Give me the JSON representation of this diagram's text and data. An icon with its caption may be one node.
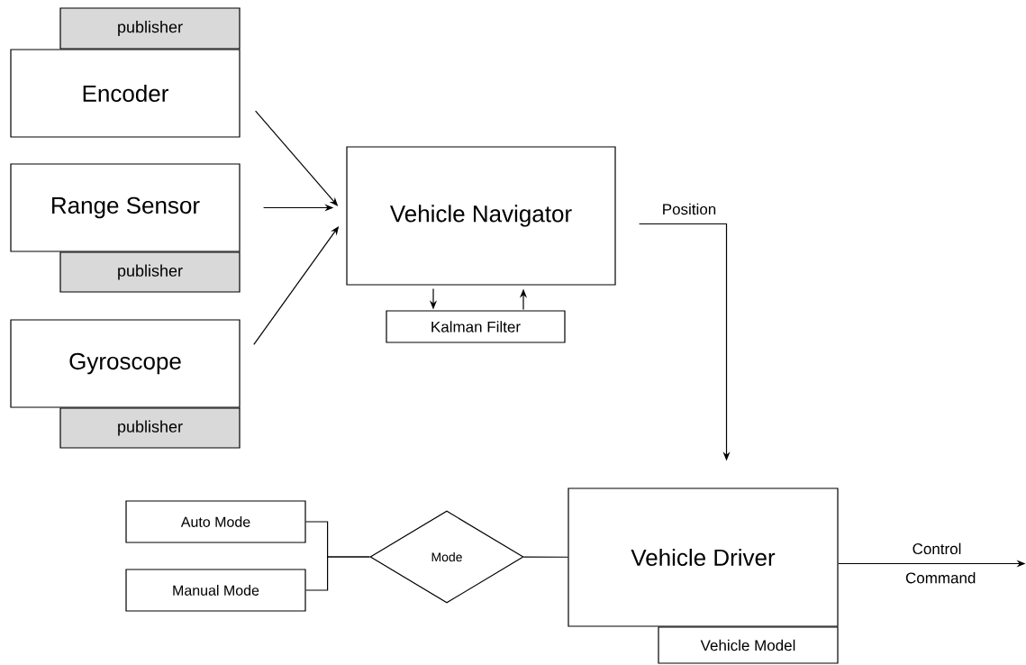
{
  "diagram": {
    "nodes": [
      {
        "text": [
          "publisher"
        ]
      },
      {
        "text": [
          "Encoder"
        ]
      },
      {
        "text": [
          "Range Sensor"
        ]
      },
      {
        "text": [
          "publisher"
        ]
      },
      {
        "text": [
          "Gyroscope"
        ]
      },
      {
        "text": [
          "publisher"
        ]
      },
      {
        "text": [
          "Vehicle Navigator"
        ]
      },
      {
        "text": [
          "Kalman Filter"
        ]
      },
      {
        "text": [
          "Auto Mode"
        ]
      },
      {
        "text": [
          "Manual Mode"
        ]
      },
      {
        "text": [
          "Mode"
        ]
      },
      {
        "text": [
          "Vehicle Driver"
        ]
      },
      {
        "text": [
          "Vehicle Model"
        ]
      }
    ],
    "edges": [
      {
        "from": 1,
        "to": 6,
        "arrow": "to"
      },
      {
        "from": 2,
        "to": 6,
        "arrow": "to"
      },
      {
        "from": 4,
        "to": 6,
        "arrow": "to"
      },
      {
        "from": 6,
        "to": 11,
        "arrow": "to",
        "label": "Position"
      },
      {
        "from": 6,
        "to": 7,
        "arrow": "to"
      },
      {
        "from": 7,
        "to": 6,
        "arrow": "to"
      },
      {
        "from": 8,
        "to": 10,
        "arrow": "none"
      },
      {
        "from": 9,
        "to": 10,
        "arrow": "none"
      },
      {
        "from": 10,
        "to": 11,
        "arrow": "none"
      },
      {
        "from": 11,
        "to": null,
        "arrow": "to",
        "label": "Control Command"
      }
    ]
  }
}
